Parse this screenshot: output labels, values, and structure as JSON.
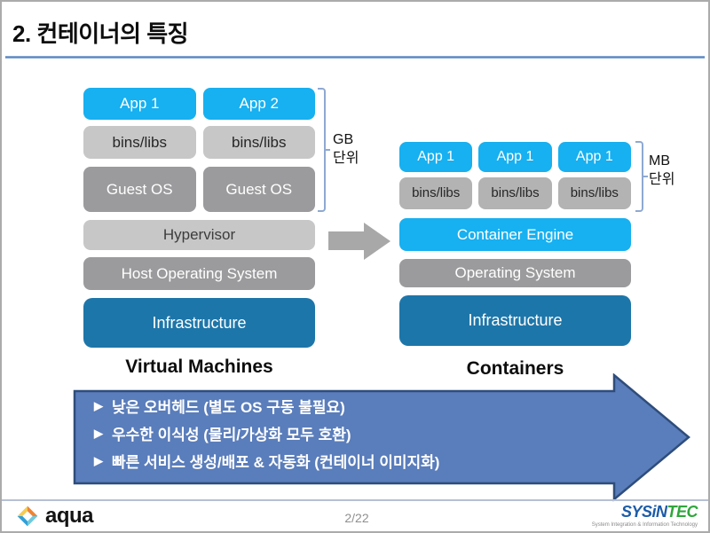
{
  "title": "2. 컨테이너의 특징",
  "vm": {
    "apps": [
      "App 1",
      "App 2"
    ],
    "bins": [
      "bins/libs",
      "bins/libs"
    ],
    "guest_os": [
      "Guest OS",
      "Guest OS"
    ],
    "hypervisor": "Hypervisor",
    "host_os": "Host Operating System",
    "infrastructure": "Infrastructure",
    "caption": "Virtual Machines",
    "unit": "GB\n단위"
  },
  "containers": {
    "apps": [
      "App 1",
      "App 1",
      "App 1"
    ],
    "bins": [
      "bins/libs",
      "bins/libs",
      "bins/libs"
    ],
    "engine": "Container Engine",
    "os": "Operating System",
    "infrastructure": "Infrastructure",
    "caption": "Containers",
    "unit": "MB\n단위"
  },
  "benefits": {
    "bullet": "▶",
    "items": [
      "낮은 오버헤드 (별도 OS 구동 불필요)",
      "우수한 이식성 (물리/가상화 모두 호환)",
      "빠른 서비스 생성/배포 & 자동화 (컨테이너 이미지화)"
    ]
  },
  "footer": {
    "brand_left": "aqua",
    "page": "2/22",
    "brand_right_primary": "SYSiN",
    "brand_right_secondary": "TEC",
    "brand_right_tagline": "System Integration & Information Technology"
  },
  "colors": {
    "app_blue": "#17b0f0",
    "light_gray": "#c7c7c7",
    "mid_gray": "#9b9b9d",
    "infra_blue": "#1d76a9",
    "flow_arrow_gray": "#a8a8a8",
    "banner_fill": "#5a7dbb",
    "banner_border": "#2e4d7b",
    "bracket_blue": "#8ea9d2",
    "title_rule_blue": "#4a7ebd"
  }
}
